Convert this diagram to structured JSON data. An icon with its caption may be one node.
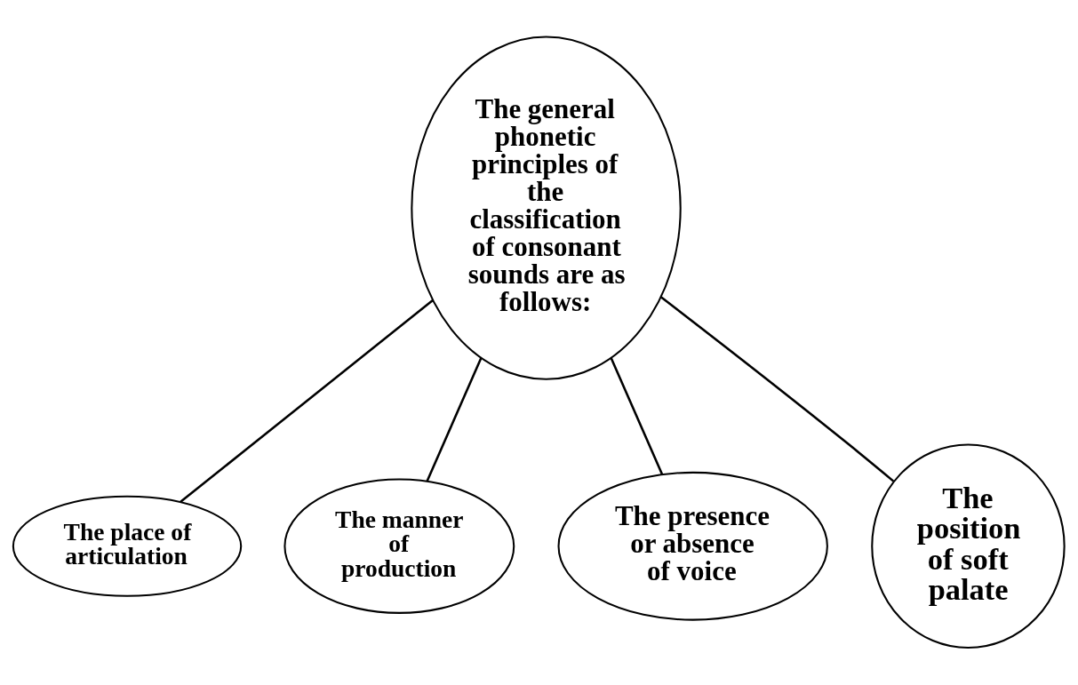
{
  "diagram": {
    "nodes": [
      {
        "text": [
          "The general phonetic principles of the classification of consonant sounds are as follows:"
        ]
      },
      {
        "text": [
          "The place of articulation"
        ]
      },
      {
        "text": [
          "The manner of production"
        ]
      },
      {
        "text": [
          "The presence or absence of voice"
        ]
      },
      {
        "text": [
          "The position of soft palate"
        ]
      }
    ],
    "edges": [
      {
        "from": 0,
        "to": 1,
        "arrow": "none"
      },
      {
        "from": 0,
        "to": 2,
        "arrow": "none"
      },
      {
        "from": 0,
        "to": 3,
        "arrow": "none"
      },
      {
        "from": 0,
        "to": 4,
        "arrow": "none"
      }
    ]
  }
}
